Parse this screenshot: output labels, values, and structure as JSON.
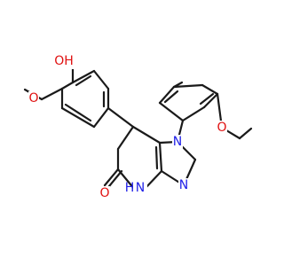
{
  "colors": {
    "background": "#ffffff",
    "carbon_bond": "#1a1a1a",
    "oxygen": "#e01010",
    "nitrogen": "#2020e8"
  },
  "atoms": {
    "hydroxyl_oxygen": "OH",
    "methoxy_oxygen_left": "O",
    "methoxy_oxygen_right": "O",
    "carbonyl_oxygen": "O",
    "imidazole_nitrogen_1": "N",
    "imidazole_nitrogen_3": "N",
    "lactam_nitrogen": "N",
    "lactam_hydrogen": "H"
  }
}
